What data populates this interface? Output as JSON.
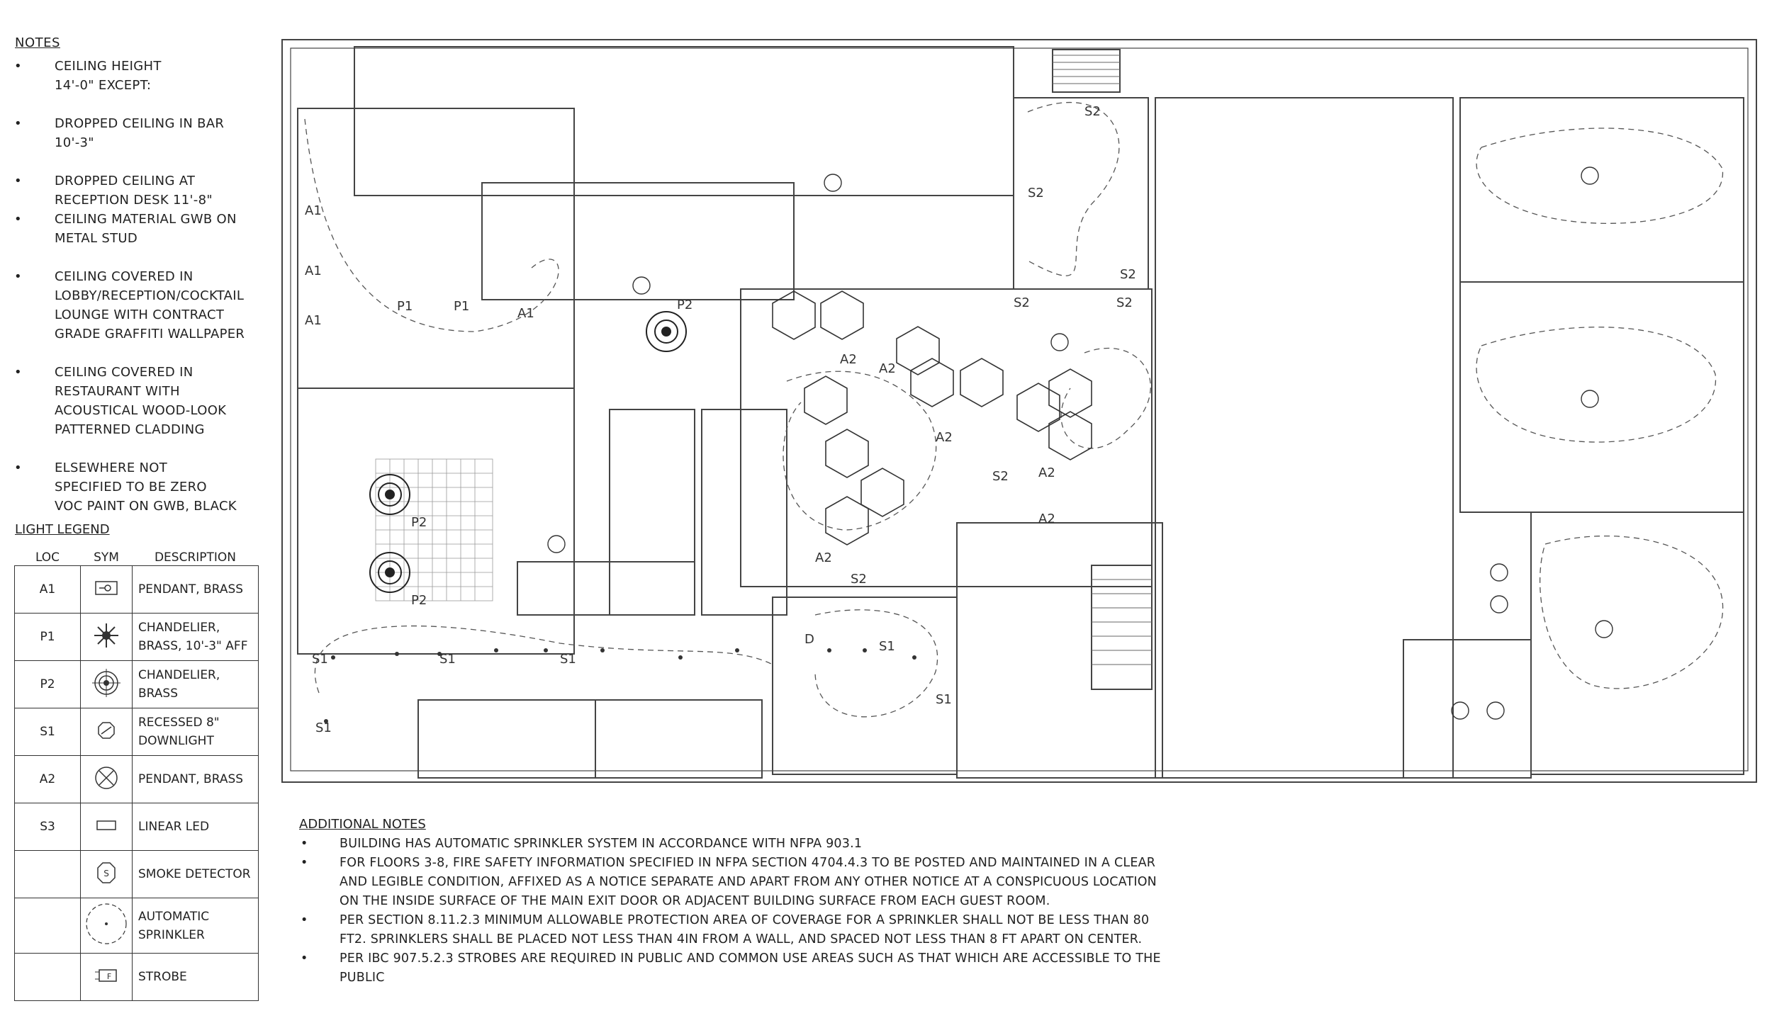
{
  "notes": {
    "title": "NOTES",
    "items": [
      "CEILING HEIGHT 14'-0\" EXCEPT:",
      "DROPPED CEILING IN BAR 10'-3\"",
      "DROPPED CEILING AT RECEPTION DESK 11'-8\"",
      "CEILING MATERIAL GWB ON METAL STUD",
      "CEILING COVERED IN LOBBY/RECEPTION/COCKTAIL LOUNGE WITH CONTRACT GRADE GRAFFITI WALLPAPER",
      "CEILING COVERED IN RESTAURANT WITH ACOUSTICAL WOOD-LOOK PATTERNED CLADDING",
      "ELSEWHERE NOT SPECIFIED TO BE ZERO VOC PAINT ON GWB, BLACK"
    ]
  },
  "legend": {
    "title": "LIGHT LEGEND",
    "headers": {
      "loc": "LOC",
      "sym": "SYM",
      "desc": "DESCRIPTION"
    },
    "rows": [
      {
        "loc": "A1",
        "sym_icon": "pendant-box-icon",
        "desc": "PENDANT, BRASS"
      },
      {
        "loc": "P1",
        "sym_icon": "chandelier-star-icon",
        "desc": "CHANDELIER, BRASS, 10'-3\" AFF"
      },
      {
        "loc": "P2",
        "sym_icon": "chandelier-ring-icon",
        "desc": "CHANDELIER, BRASS"
      },
      {
        "loc": "S1",
        "sym_icon": "recessed-downlight-icon",
        "desc": "RECESSED 8\" DOWNLIGHT"
      },
      {
        "loc": "A2",
        "sym_icon": "pendant-x-circle-icon",
        "desc": "PENDANT, BRASS"
      },
      {
        "loc": "S3",
        "sym_icon": "linear-led-icon",
        "desc": "LINEAR LED"
      },
      {
        "loc": "",
        "sym_icon": "smoke-detector-icon",
        "desc": "SMOKE DETECTOR"
      },
      {
        "loc": "",
        "sym_icon": "automatic-sprinkler-icon",
        "desc": "AUTOMATIC SPRINKLER"
      },
      {
        "loc": "",
        "sym_icon": "strobe-icon",
        "desc": "STROBE"
      }
    ]
  },
  "additional_notes": {
    "title": "ADDITIONAL NOTES",
    "items": [
      "BUILDING HAS AUTOMATIC SPRINKLER SYSTEM IN ACCORDANCE WITH NFPA 903.1",
      "FOR FLOORS 3-8, FIRE SAFETY INFORMATION SPECIFIED IN NFPA SECTION 4704.4.3 TO BE POSTED AND MAINTAINED IN A CLEAR AND LEGIBLE CONDITION, AFFIXED AS A NOTICE SEPARATE AND APART FROM ANY OTHER NOTICE AT A CONSPICUOUS LOCATION ON THE INSIDE SURFACE OF THE MAIN EXIT DOOR OR ADJACENT BUILDING SURFACE FROM EACH GUEST ROOM.",
      "PER SECTION 8.11.2.3 MINIMUM ALLOWABLE PROTECTION AREA OF COVERAGE FOR A SPRINKLER SHALL NOT BE LESS THAN 80 ft2. SPRINKLERS SHALL BE PLACED NOT LESS THAN 4IN FROM A WALL, AND SPACED NOT LESS THAN 8 FT APART ON CENTER.",
      "PER IBC 907.5.2.3 STROBES ARE REQUIRED IN PUBLIC AND COMMON USE AREAS SUCH AS THAT WHICH ARE ACCESSIBLE TO THE PUBLIC"
    ]
  },
  "plan_labels": {
    "a1": "A1",
    "a2": "A2",
    "p1": "P1",
    "p2": "P2",
    "s1": "S1",
    "s2": "S2",
    "d": "D"
  }
}
